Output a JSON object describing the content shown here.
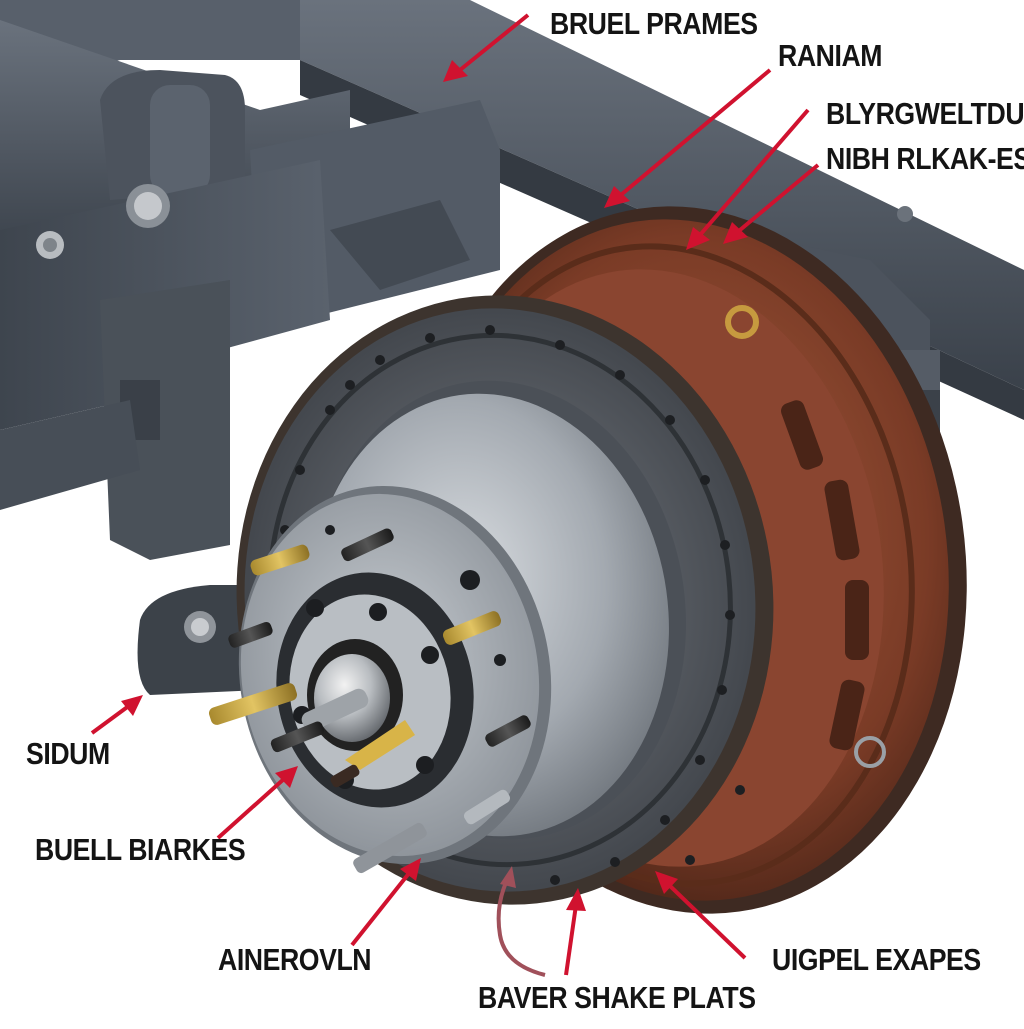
{
  "labels": {
    "brake_frames": "BRUEL PRAMES",
    "raniam": "RANIAM",
    "blyrgweltdum": "BLYRGWELTDUM",
    "nibh_rlkak": "NIBH RLKAK-ES",
    "sidum": "SIDUM",
    "buell_biarkes": "BUELL BIARKES",
    "ainerovln": "AINEROVLN",
    "baver_shake_plats": "BAVER SHAKE PLATS",
    "uigpel_exapes": "UIGPEL EXAPES"
  },
  "colors": {
    "arrow": "#d0122f",
    "curved_arrow": "#a0505a",
    "frame": "#4e5661",
    "drum_rust": "#7a3b26",
    "rotor": "#5c6168",
    "hub": "#a7adb3",
    "label_text": "#141414"
  }
}
